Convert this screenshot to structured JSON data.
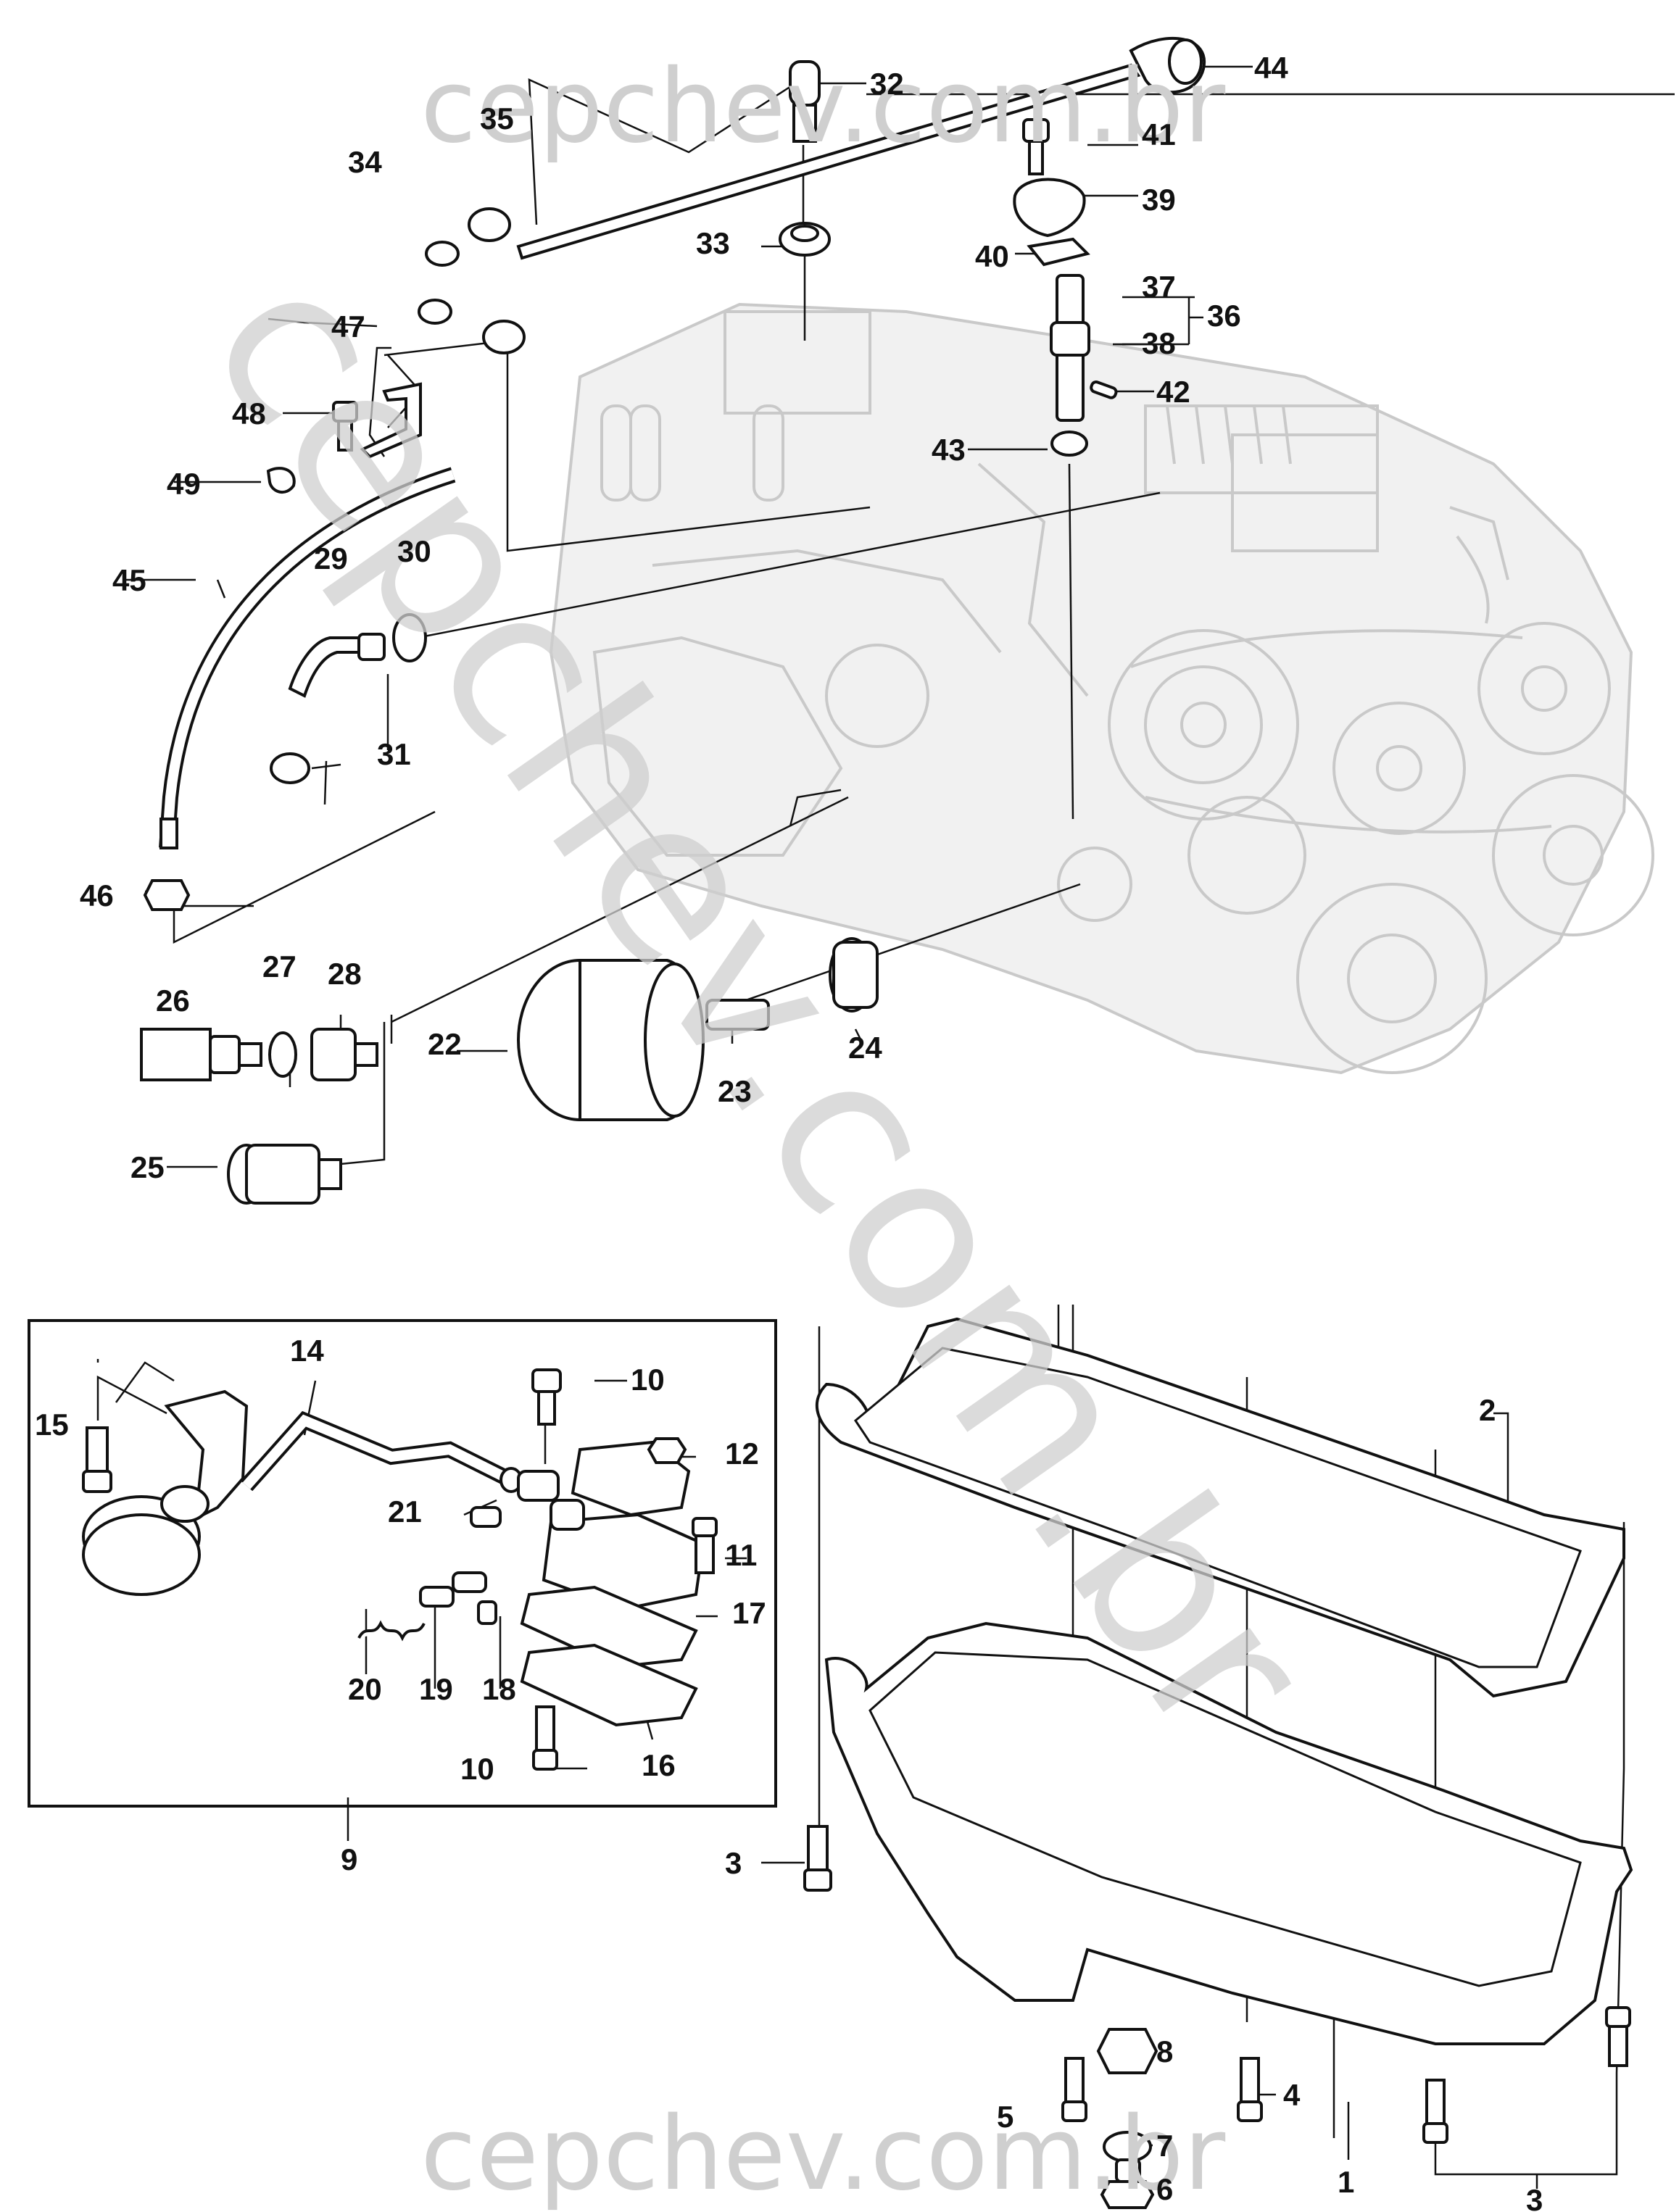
{
  "watermarks": {
    "top": "cepchev.com.br",
    "bottom": "cepchev.com.br",
    "diagonal": "cepchev.com.br"
  },
  "callouts": [
    {
      "id": "44",
      "label": "44"
    },
    {
      "id": "32",
      "label": "32"
    },
    {
      "id": "35",
      "label": "35"
    },
    {
      "id": "34",
      "label": "34"
    },
    {
      "id": "41",
      "label": "41"
    },
    {
      "id": "39",
      "label": "39"
    },
    {
      "id": "33",
      "label": "33"
    },
    {
      "id": "40",
      "label": "40"
    },
    {
      "id": "37",
      "label": "37"
    },
    {
      "id": "36",
      "label": "36"
    },
    {
      "id": "38",
      "label": "38"
    },
    {
      "id": "47",
      "label": "47"
    },
    {
      "id": "42",
      "label": "42"
    },
    {
      "id": "48",
      "label": "48"
    },
    {
      "id": "43",
      "label": "43"
    },
    {
      "id": "49",
      "label": "49"
    },
    {
      "id": "45",
      "label": "45"
    },
    {
      "id": "29",
      "label": "29"
    },
    {
      "id": "30",
      "label": "30"
    },
    {
      "id": "31",
      "label": "31"
    },
    {
      "id": "46",
      "label": "46"
    },
    {
      "id": "26",
      "label": "26"
    },
    {
      "id": "27",
      "label": "27"
    },
    {
      "id": "28",
      "label": "28"
    },
    {
      "id": "22",
      "label": "22"
    },
    {
      "id": "23",
      "label": "23"
    },
    {
      "id": "24",
      "label": "24"
    },
    {
      "id": "25",
      "label": "25"
    },
    {
      "id": "14",
      "label": "14"
    },
    {
      "id": "15",
      "label": "15"
    },
    {
      "id": "10a",
      "label": "10"
    },
    {
      "id": "12",
      "label": "12"
    },
    {
      "id": "21",
      "label": "21"
    },
    {
      "id": "11",
      "label": "11"
    },
    {
      "id": "17",
      "label": "17"
    },
    {
      "id": "20",
      "label": "20"
    },
    {
      "id": "19",
      "label": "19"
    },
    {
      "id": "18",
      "label": "18"
    },
    {
      "id": "10b",
      "label": "10"
    },
    {
      "id": "16",
      "label": "16"
    },
    {
      "id": "9",
      "label": "9"
    },
    {
      "id": "2",
      "label": "2"
    },
    {
      "id": "3a",
      "label": "3"
    },
    {
      "id": "8",
      "label": "8"
    },
    {
      "id": "5",
      "label": "5"
    },
    {
      "id": "7",
      "label": "7"
    },
    {
      "id": "4",
      "label": "4"
    },
    {
      "id": "6",
      "label": "6"
    },
    {
      "id": "1",
      "label": "1"
    },
    {
      "id": "3b",
      "label": "3"
    }
  ]
}
